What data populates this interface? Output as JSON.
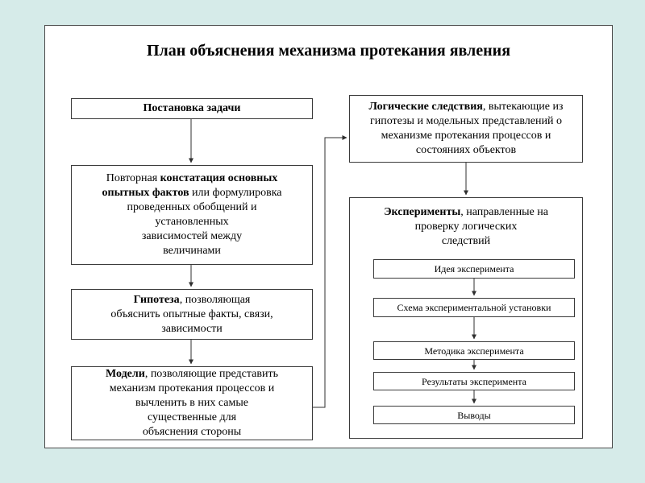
{
  "title": "План объяснения механизма протекания явления",
  "colors": {
    "page_background": "#d6ebe9",
    "slide_background": "#ffffff",
    "line_color": "#3a3a3a",
    "text_color": "#000000"
  },
  "left_column": {
    "task_box": {
      "label": "Постановка задачи"
    },
    "facts_box": {
      "lead": "Повторная ",
      "bold": "констатация основных\nопытных фактов",
      "rest": " или формулировка\nпроведенных обобщений и\nустановленных\nзависимостей между\nвеличинами"
    },
    "hypothesis_box": {
      "bold": "Гипотеза",
      "rest": ", позволяющая\nобъяснить опытные факты, связи,\nзависимости"
    },
    "models_box": {
      "bold": "Модели",
      "rest": ", позволяющие представить\nмеханизм протекания процессов и\nвычленить в них самые\nсущественные для\nобъяснения стороны"
    }
  },
  "right_column": {
    "consequences_box": {
      "bold": "Логические следствия",
      "rest": ", вытекающие из\nгипотезы и модельных представлений о\nмеханизме протекания процессов и\nсостояниях объектов"
    },
    "experiments_box": {
      "bold": "Эксперименты",
      "rest": ", направленные на\nпроверку логических\nследствий",
      "steps": [
        {
          "label": "Идея эксперимента"
        },
        {
          "label": "Схема экспериментальной установки"
        },
        {
          "label": "Методика эксперимента"
        },
        {
          "label": "Результаты эксперимента"
        },
        {
          "label": "Выводы"
        }
      ]
    }
  }
}
